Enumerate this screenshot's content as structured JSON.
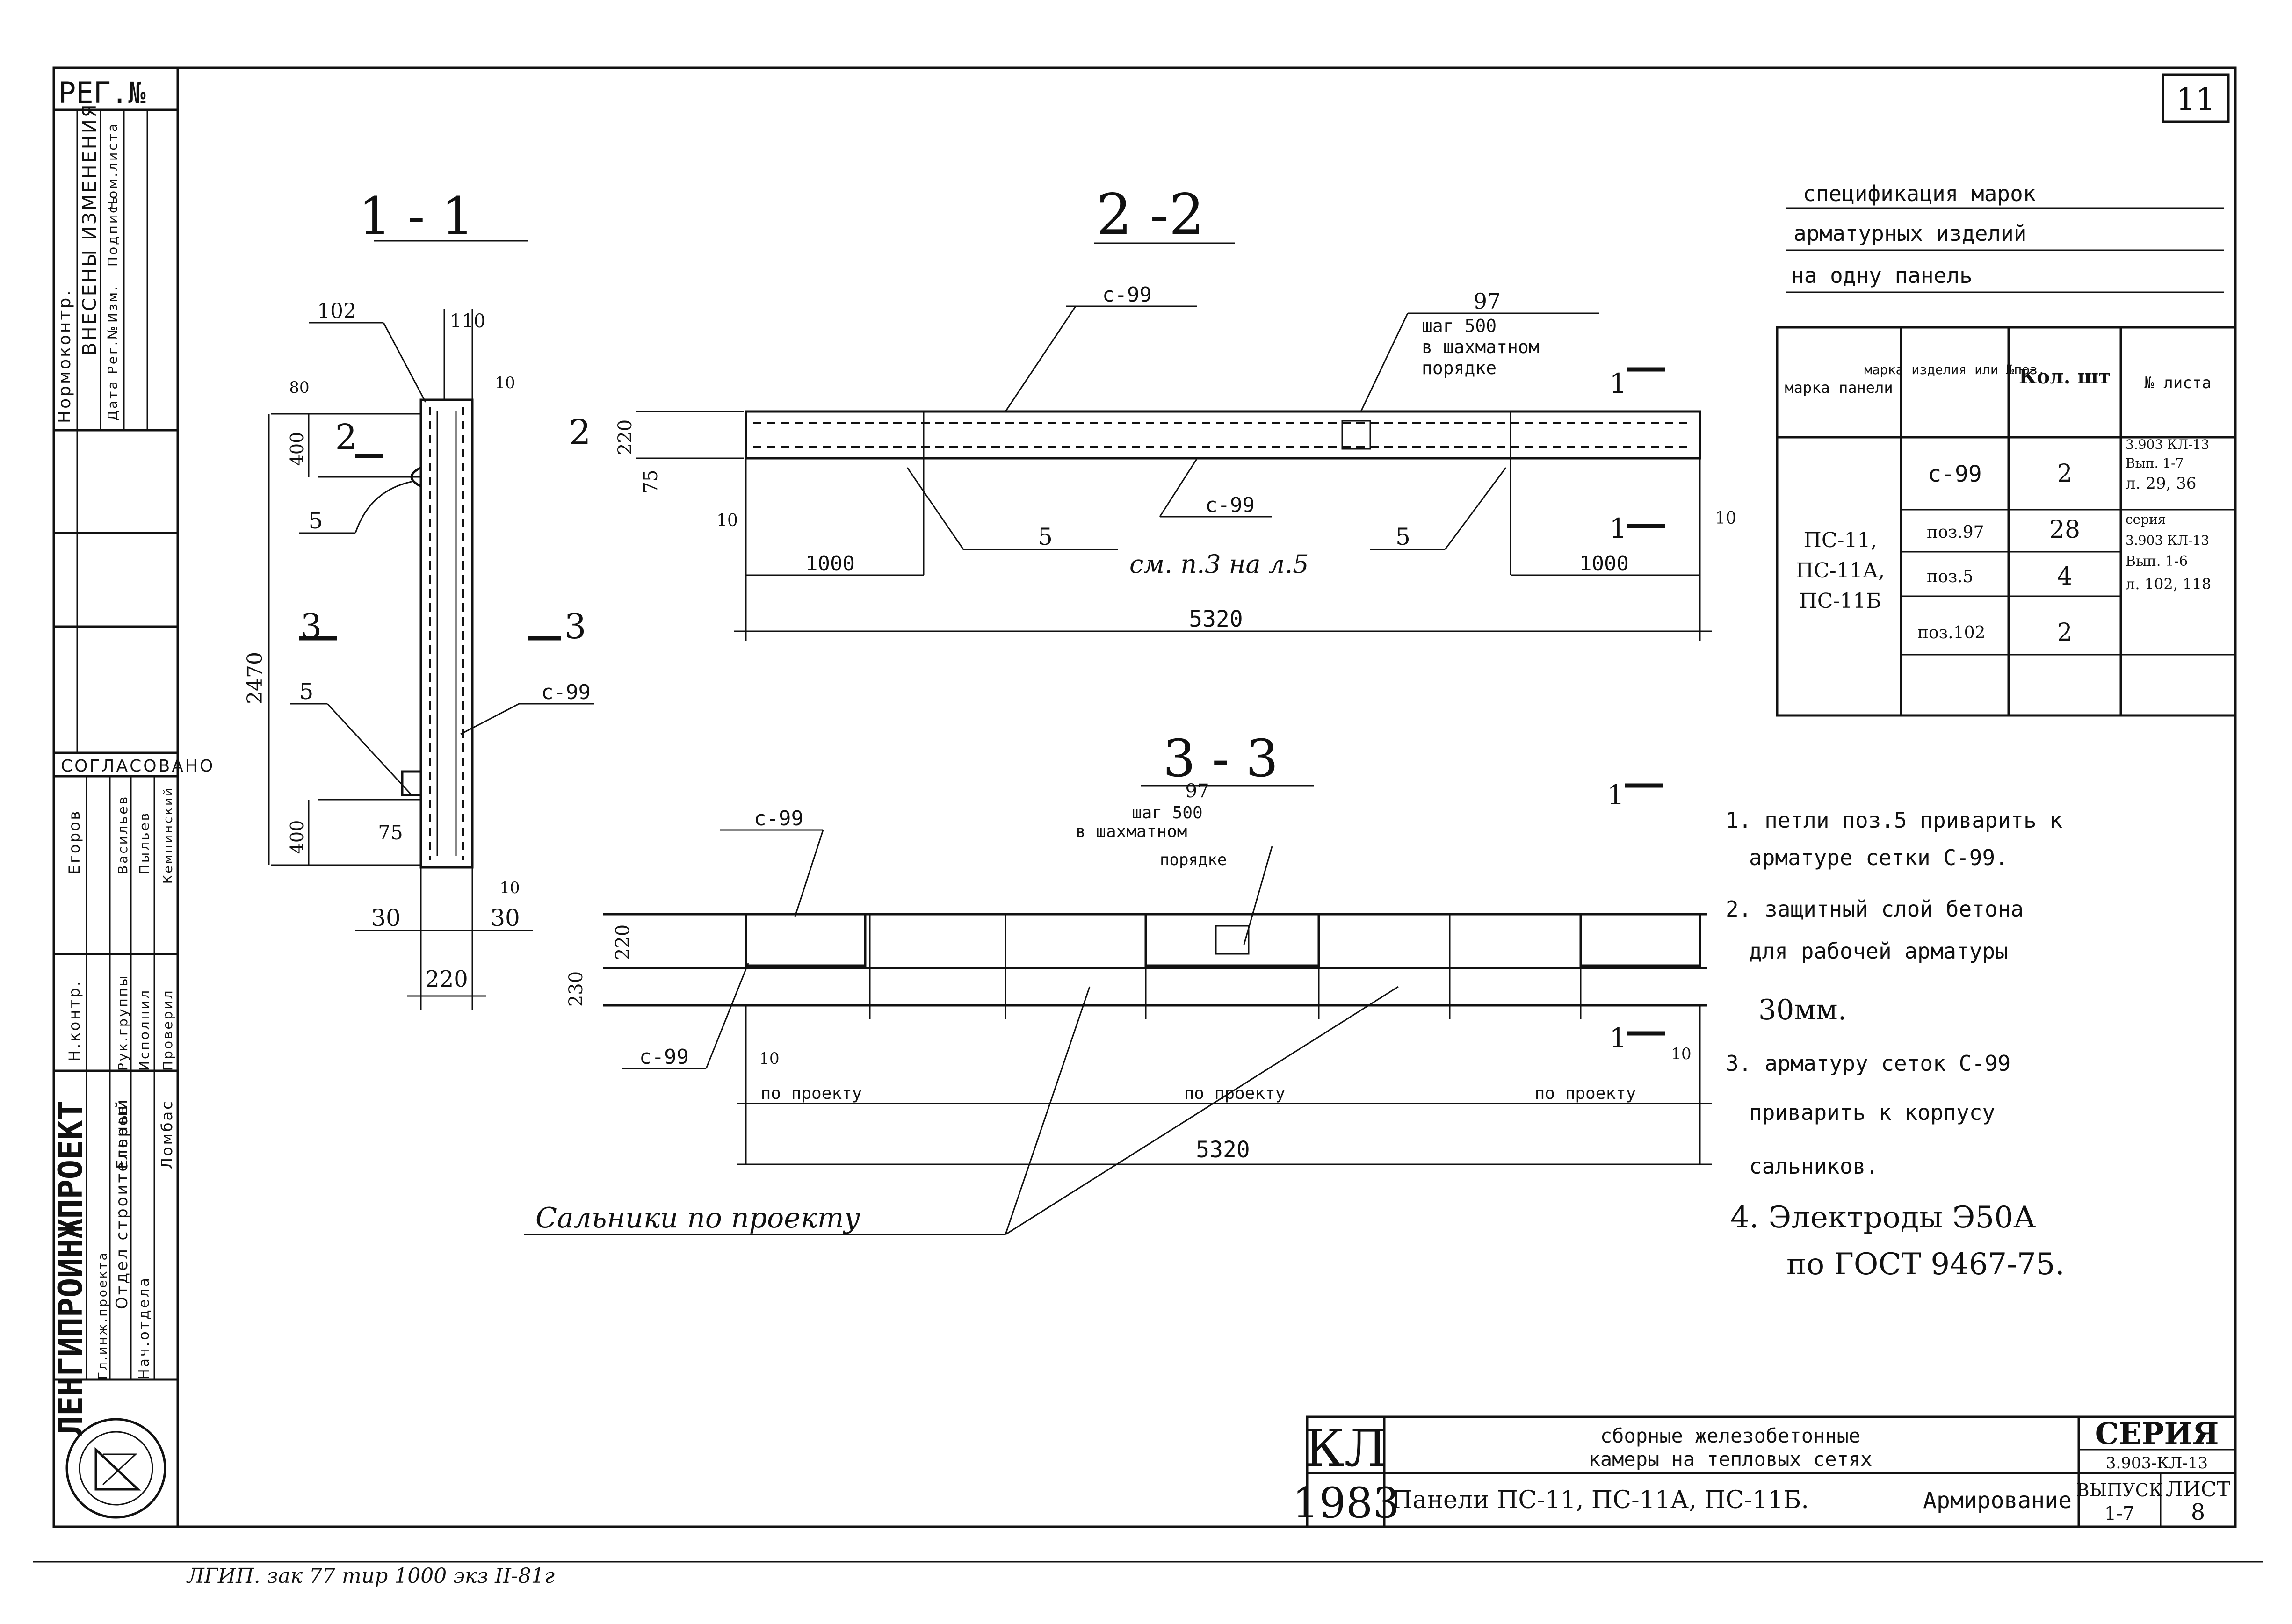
{
  "sheet_number_corner": "11",
  "reg_label": "РЕГ.№",
  "left_stamp": {
    "changes_header": "ВНЕСЕНЫ ИЗМЕНЕНИЯ",
    "norm_control": "Нормоконтр.",
    "changes_cols": [
      "Дата",
      "Рег.№",
      "Изм.",
      "Подпись",
      "Ном.листа"
    ],
    "agreed": "СОГЛАСОВАНО",
    "agreed_names": [
      "Егоров",
      "Васильев",
      "Пыльев",
      "Кемпинский"
    ],
    "roles": [
      "Н.контр.",
      "Рук.группы",
      "Исполнил",
      "Проверил"
    ],
    "org": "ЛЕНГИПРОИНЖПРОЕКТ",
    "org_roles": [
      "Гл.инж.проекта",
      "Отдел строительный",
      "Нач.отдела"
    ],
    "org_names": [
      "Егоров",
      "Ломбас"
    ]
  },
  "sections": {
    "s1": {
      "title": "1 - 1",
      "dims": {
        "top_102": "102",
        "top_110": "110",
        "top_80": "80",
        "top_10": "10",
        "h_400_top": "400",
        "h_2470": "2470",
        "h_400_bot": "400",
        "w_30_l": "30",
        "w_30_r": "30",
        "w_220": "220",
        "d_75": "75",
        "d_10": "10"
      },
      "labels": {
        "pos5a": "5",
        "pos5b": "5",
        "c99": "с-99",
        "cut2": "2",
        "cut3l": "3",
        "cut3r": "3"
      }
    },
    "s2": {
      "title": "2 -2",
      "labels": {
        "c99_top": "с-99",
        "c99_mid": "с-99",
        "pos97": "97",
        "step_1": "шаг 500",
        "step_2": "в шахматном",
        "step_3": "порядке",
        "pos5_l": "5",
        "pos5_r": "5",
        "see_note": "см. п.3 на л.5"
      },
      "dims": {
        "h220": "220",
        "h75": "75",
        "d10_l": "10",
        "d10_r": "10",
        "len_l": "1000",
        "len_r": "1000",
        "total": "5320",
        "cut1": "1"
      }
    },
    "s3": {
      "title": "3 - 3",
      "labels": {
        "c99_top": "с-99",
        "c99_bot": "с-99",
        "pos97": "97",
        "step_1": "шаг 500",
        "step_2": "в шахматном",
        "step_3": "порядке",
        "proj_l": "по проекту",
        "proj_m": "по проекту",
        "proj_r": "по проекту",
        "glands": "Сальники по проекту"
      },
      "dims": {
        "h220": "220",
        "h230": "230",
        "d10_l": "10",
        "d10_r": "10",
        "total": "5320",
        "cut1_top": "1",
        "cut1_bot": "1"
      }
    }
  },
  "spec": {
    "title_lines": [
      "спецификация марок",
      "арматурных изделий",
      "на одну панель"
    ],
    "headers": [
      "марка панели",
      "марка изделия или №поз.",
      "Кол. шт",
      "№ листа"
    ],
    "panel_mark": [
      "ПС-11,",
      "ПС-11А,",
      "ПС-11Б"
    ],
    "rows": [
      {
        "item": "с-99",
        "qty": "2"
      },
      {
        "item": "поз.97",
        "qty": "28"
      },
      {
        "item": "поз.5",
        "qty": "4"
      },
      {
        "item": "поз.102",
        "qty": "2"
      }
    ],
    "sheet_refs": [
      "3.903 КЛ-13",
      "Вып. 1-7",
      "л. 29, 36",
      "серия",
      "3.903 КЛ-13",
      "Вып. 1-6",
      "л. 102, 118"
    ]
  },
  "notes": [
    "1. петли поз.5 приварить к",
    "арматуре сетки С-99.",
    "2. защитный слой бетона",
    "для рабочей арматуры",
    "30мм.",
    "3. арматуру сеток С-99",
    "приварить к корпусу",
    "сальников.",
    "4. Электроды Э50А",
    "по ГОСТ 9467-75."
  ],
  "title_block": {
    "code": "КЛ",
    "year": "1983",
    "title_1": "сборные железобетонные",
    "title_2": "камеры на тепловых сетях",
    "subtitle": "Панели ПС-11, ПС-11А, ПС-11Б.",
    "subtitle_2": "Армирование",
    "series_label": "СЕРИЯ",
    "series_value": "3.903-КЛ-13",
    "issue_label": "ВЫПУСК",
    "issue_value": "1-7",
    "sheet_label": "ЛИСТ",
    "sheet_value": "8"
  },
  "footer": "ЛГИП. зак 77 тир 1000 экз II-81г"
}
